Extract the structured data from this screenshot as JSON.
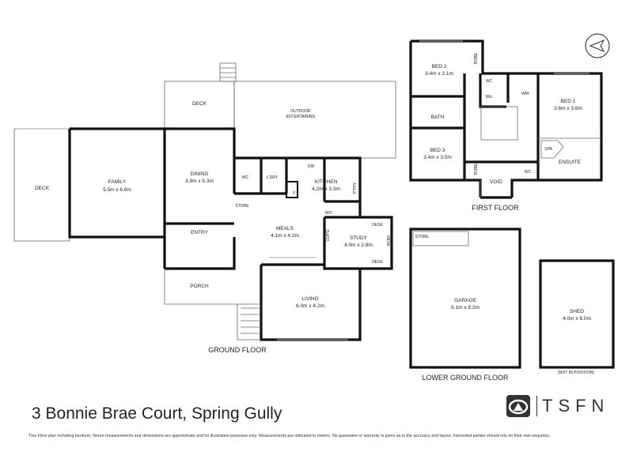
{
  "ground_floor": {
    "label": "GROUND FLOOR",
    "rooms": {
      "deck_left": "DECK",
      "deck_top": "DECK",
      "outdoor_1": "OUTDOOR",
      "outdoor_2": "ENTERTAINING",
      "family": "FAMILY",
      "family_dim": "5.5m x 6.8m",
      "dining": "DINING",
      "dining_dim": "3.9m x 5.3m",
      "wc": "WC",
      "ldry": "L'DRY",
      "f": "F",
      "store": "STORE",
      "kitchen": "KITCHEN",
      "kitchen_dim": "4.2m x 3.3m",
      "dw": "DW",
      "ptry": "P'TRY",
      "wo": "WO",
      "meals": "MEALS",
      "meals_dim": "4.1m x 4.2m",
      "cupd": "CUP'D",
      "study": "STUDY",
      "study_dim": "4.0m x 2.8m",
      "desk1": "DESK",
      "desk2": "DESK",
      "desk3": "DESK",
      "entry": "ENTRY",
      "porch": "PORCH",
      "living": "LIVING",
      "living_dim": "6.0m x 4.2m"
    }
  },
  "first_floor": {
    "label": "FIRST FLOOR",
    "rooms": {
      "bed2": "BED 2",
      "bed2_dim": "3.4m x 3.1m",
      "robe1": "ROBE",
      "robe2": "ROBE",
      "wc1": "WC",
      "wil": "WIL",
      "wir": "WIR",
      "bed1": "BED 1",
      "bed1_dim": "3.6m x 3.6m",
      "bath": "BATH",
      "bed3": "BED 3",
      "bed3_dim": "3.4m x 3.0m",
      "spa": "SPA",
      "ensuite": "ENSUITE",
      "wc2": "WC",
      "void": "VOID"
    }
  },
  "lower_ground_floor": {
    "label": "LOWER GROUND FLOOR",
    "store": "STORE",
    "garage": "GARAGE",
    "garage_dim": "6.1m x 8.2m"
  },
  "shed": {
    "name": "SHED",
    "dim": "4.0m x 6.0m",
    "note": "(NOT IN POSITION)"
  },
  "address": "3 Bonnie Brae Court, Spring Gully",
  "brand": "TSFN",
  "disclaimer": "This Floor plan including furniture, fixture measurements and dimensions are approximate and for illustration purposes only. Measurements are indicated in meters. No guarantee or warranty is given as to the accuracy and layout. Interested parties should rely on their own enquiries."
}
